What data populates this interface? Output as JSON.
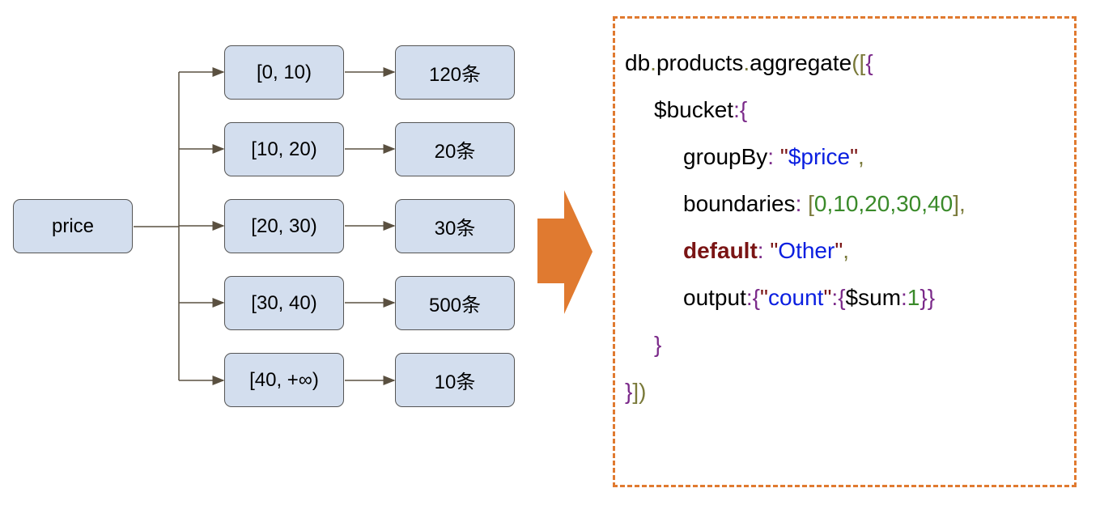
{
  "colors": {
    "plain": "#000000",
    "dot": "#7a7a3a",
    "paren": "#7a7a3a",
    "brace": "#7b2a8a",
    "colon": "#7b2a8a",
    "quote": "#7a1414",
    "string": "#0a1ee0",
    "number": "#3a8a2a",
    "keyword": "#7a1414",
    "box_fill": "#d3deee",
    "arrow": "#e07a30"
  },
  "diagram": {
    "root": "price",
    "ranges": [
      "[0, 10)",
      "[10, 20)",
      "[20, 30)",
      "[30, 40)",
      "[40, +∞)"
    ],
    "counts": [
      "120条",
      "20条",
      "30条",
      "500条",
      "10条"
    ]
  },
  "code": [
    {
      "indent": 0,
      "tokens": [
        {
          "t": "db",
          "c": "plain"
        },
        {
          "t": ".",
          "c": "dot"
        },
        {
          "t": "products",
          "c": "plain"
        },
        {
          "t": ".",
          "c": "dot"
        },
        {
          "t": "aggregate",
          "c": "plain"
        },
        {
          "t": "([",
          "c": "paren"
        },
        {
          "t": "{",
          "c": "brace"
        }
      ]
    },
    {
      "indent": 1,
      "tokens": [
        {
          "t": "$bucket",
          "c": "plain"
        },
        {
          "t": ":",
          "c": "colon"
        },
        {
          "t": "{",
          "c": "brace"
        }
      ]
    },
    {
      "indent": 2,
      "tokens": [
        {
          "t": "groupBy",
          "c": "plain"
        },
        {
          "t": ": ",
          "c": "colon"
        },
        {
          "t": "\"",
          "c": "quote"
        },
        {
          "t": "$price",
          "c": "string"
        },
        {
          "t": "\"",
          "c": "quote"
        },
        {
          "t": ",",
          "c": "paren"
        }
      ]
    },
    {
      "indent": 2,
      "tokens": [
        {
          "t": "boundaries",
          "c": "plain"
        },
        {
          "t": ": ",
          "c": "colon"
        },
        {
          "t": "[",
          "c": "paren"
        },
        {
          "t": "0,10,20,30,40",
          "c": "number"
        },
        {
          "t": "],",
          "c": "paren"
        }
      ]
    },
    {
      "indent": 2,
      "tokens": [
        {
          "t": "default",
          "c": "keyword",
          "b": true
        },
        {
          "t": ": ",
          "c": "colon"
        },
        {
          "t": "\"",
          "c": "quote"
        },
        {
          "t": "Other",
          "c": "string"
        },
        {
          "t": "\"",
          "c": "quote"
        },
        {
          "t": ",",
          "c": "paren"
        }
      ]
    },
    {
      "indent": 2,
      "tokens": [
        {
          "t": "output",
          "c": "plain"
        },
        {
          "t": ":",
          "c": "colon"
        },
        {
          "t": "{",
          "c": "brace"
        },
        {
          "t": "\"",
          "c": "quote"
        },
        {
          "t": "count",
          "c": "string"
        },
        {
          "t": "\"",
          "c": "quote"
        },
        {
          "t": ":",
          "c": "colon"
        },
        {
          "t": "{",
          "c": "brace"
        },
        {
          "t": "$sum",
          "c": "plain"
        },
        {
          "t": ":",
          "c": "colon"
        },
        {
          "t": "1",
          "c": "number"
        },
        {
          "t": "}}",
          "c": "brace"
        }
      ]
    },
    {
      "indent": 1,
      "tokens": [
        {
          "t": "}",
          "c": "brace"
        }
      ]
    },
    {
      "indent": 0,
      "tokens": [
        {
          "t": "}",
          "c": "brace"
        },
        {
          "t": "])",
          "c": "paren"
        }
      ]
    }
  ]
}
